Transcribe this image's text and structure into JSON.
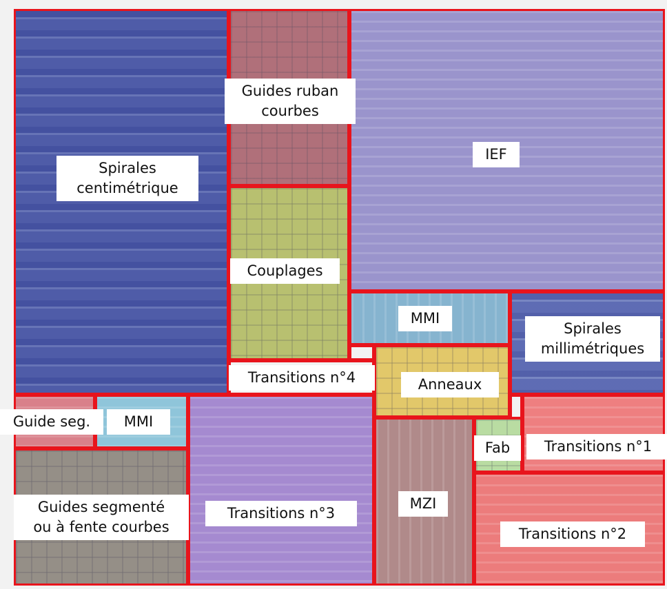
{
  "zones": {
    "spirales_centi": {
      "label": "Spirales\ncentimétrique",
      "color": "#5563a8"
    },
    "guides_ruban": {
      "label": "Guides ruban\ncourbes",
      "color": "#b0707a"
    },
    "couplages": {
      "label": "Couplages",
      "color": "#b8c070"
    },
    "ief": {
      "label": "IEF",
      "color": "#9a94cc"
    },
    "mmi_top": {
      "label": "MMI",
      "color": "#86b4cf"
    },
    "spirales_milli": {
      "label": "Spirales\nmillimétriques",
      "color": "#6a79b7"
    },
    "transitions4": {
      "label": "Transitions n°4",
      "color": "#f2f2f2"
    },
    "anneaux": {
      "label": "Anneaux",
      "color": "#e2c86a"
    },
    "guide_seg": {
      "label": "Guide seg.",
      "color": "#d9808a"
    },
    "mmi_left": {
      "label": "MMI",
      "color": "#8fc5da"
    },
    "transitions3": {
      "label": "Transitions n°3",
      "color": "#a58ad0"
    },
    "mzi": {
      "label": "MZI",
      "color": "#b08a8a"
    },
    "fab": {
      "label": "Fab",
      "color": "#b9dca2"
    },
    "transitions1": {
      "label": "Transitions n°1",
      "color": "#ee7f80"
    },
    "guides_segmentes": {
      "label": "Guides segmenté\nou à fente courbes",
      "color": "#958f87"
    },
    "transitions2": {
      "label": "Transitions n°2",
      "color": "#ec7c7c"
    }
  }
}
